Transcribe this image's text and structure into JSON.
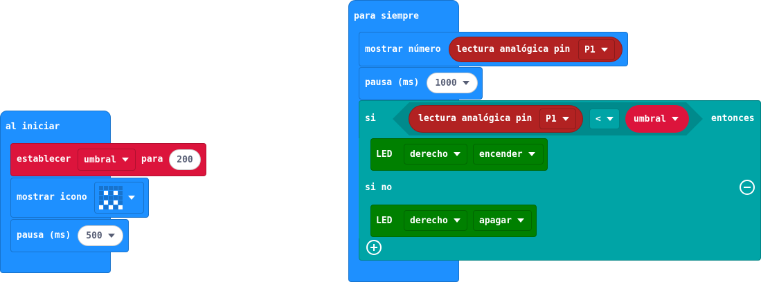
{
  "on_start": {
    "label": "al iniciar",
    "set": {
      "label": "establecer",
      "variable": "umbral",
      "to": "para",
      "value": "200"
    },
    "show_icon": {
      "label": "mostrar icono",
      "icon_leds": [
        [
          0,
          0,
          0,
          0,
          0
        ],
        [
          0,
          1,
          0,
          1,
          0
        ],
        [
          0,
          0,
          0,
          0,
          0
        ],
        [
          0,
          1,
          0,
          1,
          0
        ],
        [
          1,
          0,
          1,
          0,
          1
        ]
      ]
    },
    "pause": {
      "label": "pausa (ms)",
      "value": "500"
    }
  },
  "forever": {
    "label": "para siempre",
    "show_number": {
      "label": "mostrar número",
      "reporter": "lectura analógica pin",
      "pin": "P1"
    },
    "pause": {
      "label": "pausa (ms)",
      "value": "1000"
    },
    "if": {
      "label": "si",
      "reporter": "lectura analógica pin",
      "pin": "P1",
      "operator": "<",
      "variable": "umbral",
      "then": "entonces",
      "led1": {
        "label": "LED",
        "side": "derecho",
        "state": "encender"
      },
      "else": "si no",
      "led2": {
        "label": "LED",
        "side": "derecho",
        "state": "apagar"
      }
    }
  },
  "colors": {
    "basic": "#1e90ff",
    "variables": "#dc143c",
    "pins": "#b22222",
    "logic": "#00a4a6",
    "led": "#008000"
  }
}
